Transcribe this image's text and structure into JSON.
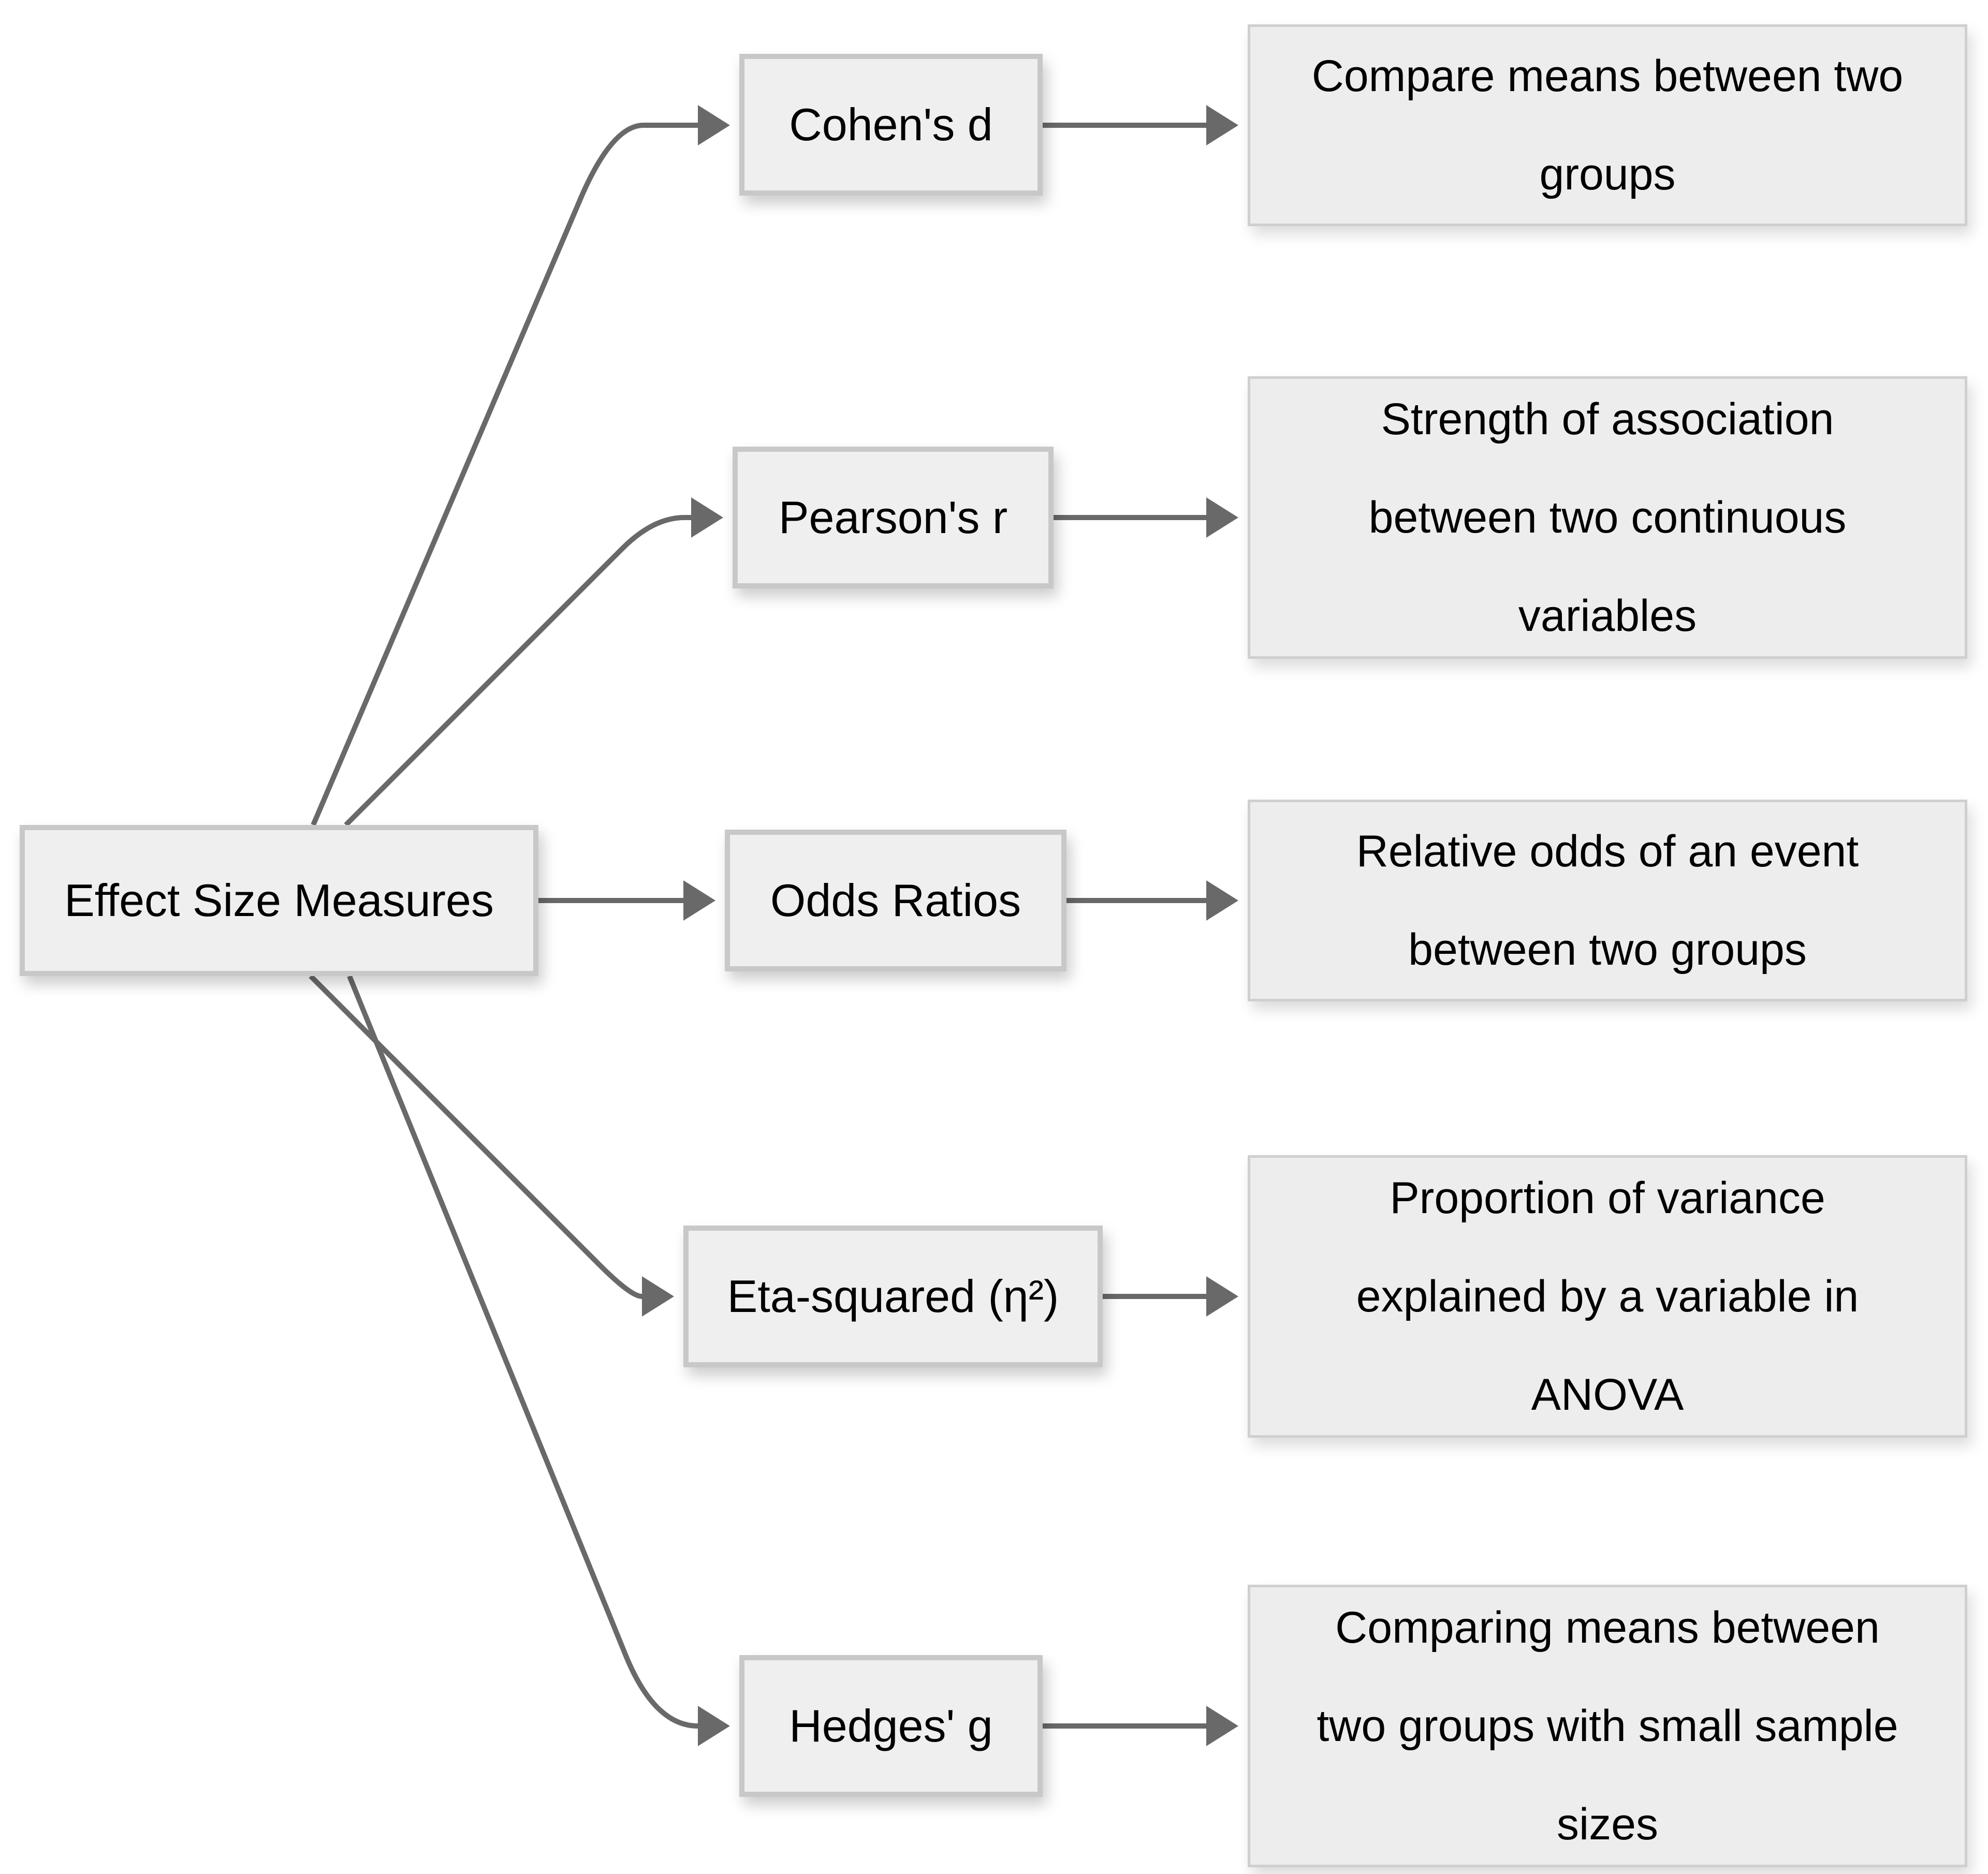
{
  "diagram": {
    "root": {
      "label": "Effect Size Measures"
    },
    "branches": [
      {
        "label": "Cohen's d",
        "description": "Compare means between two\ngroups"
      },
      {
        "label": "Pearson's r",
        "description": "Strength of association\nbetween two continuous\nvariables"
      },
      {
        "label": "Odds Ratios",
        "description": "Relative odds of an event\nbetween two groups"
      },
      {
        "label": "Eta-squared (η²)",
        "description": "Proportion of variance\nexplained by a variable in\nANOVA"
      },
      {
        "label": "Hedges' g",
        "description": "Comparing means between\ntwo groups with small sample\nsizes"
      }
    ],
    "colors": {
      "background": "#ffffff",
      "node_fill": "#efefef",
      "node_border": "#c8c8c8",
      "desc_border": "#cfcfcf",
      "edge": "#696969",
      "text": "#000000"
    }
  }
}
